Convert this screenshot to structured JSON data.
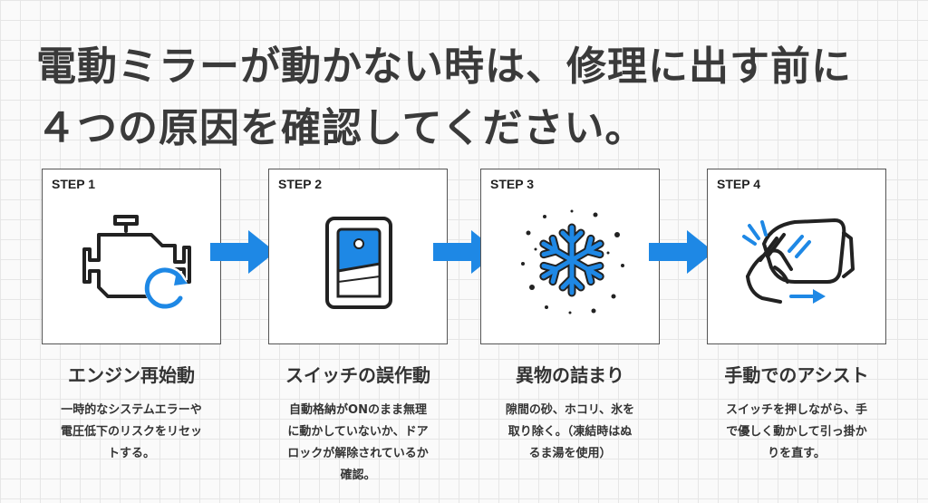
{
  "headline": {
    "line1": "電動ミラーが動かない時は、修理に出す前に",
    "line2": "４つの原因を確認してください。"
  },
  "steps": [
    {
      "label": "STEP 1",
      "icon": "engine-restart-icon",
      "title": "エンジン再始動",
      "desc": [
        "一時的なシステムエラーや",
        "電圧低下のリスクをリセッ",
        "トする。"
      ]
    },
    {
      "label": "STEP 2",
      "icon": "switch-icon",
      "title": "スイッチの誤作動",
      "desc": [
        "自動格納がONのまま無理",
        "に動かしていないか、ドア",
        "ロックが解除されているか",
        "確認。"
      ]
    },
    {
      "label": "STEP 3",
      "icon": "snowflake-icon",
      "title": "異物の詰まり",
      "desc": [
        "隙間の砂、ホコリ、氷を",
        "取り除く。（凍結時はぬ",
        "るま湯を使用）"
      ]
    },
    {
      "label": "STEP 4",
      "icon": "hand-mirror-assist-icon",
      "title": "手動でのアシスト",
      "desc": [
        "スイッチを押しながら、手",
        "で優しく動かして引っ掛か",
        "りを直す。"
      ]
    }
  ],
  "colors": {
    "accent": "#1e88e5",
    "line": "#222222",
    "text": "#333333"
  }
}
